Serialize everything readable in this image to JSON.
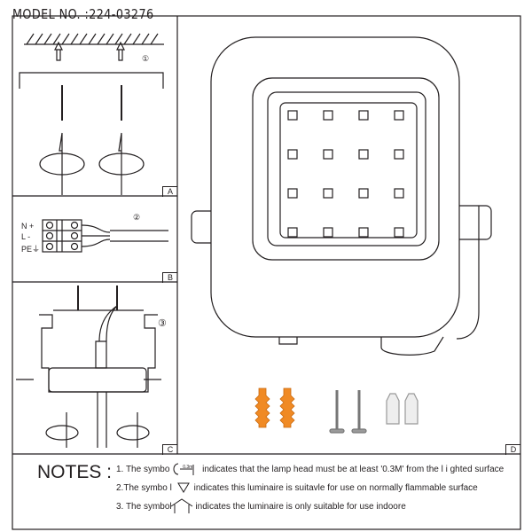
{
  "header": {
    "model_label": "MODEL NO. :224-03276"
  },
  "steps": [
    {
      "number": "①",
      "panel": "A"
    },
    {
      "number": "②",
      "panel": "B"
    },
    {
      "number": "③",
      "panel": "C"
    }
  ],
  "panel_d": "D",
  "wiring": {
    "n": "N +",
    "l": "L -",
    "pe": "PE⏚"
  },
  "notes": {
    "title": "NOTES :",
    "items": [
      {
        "prefix": "1. The symbo",
        "symbol": "0.3m",
        "text": "indicates that the lamp head must be at least '0.3M' from the l i ghted surface"
      },
      {
        "prefix": "2.The symbo l",
        "text": "indicates this luminaire is suitavle for use on normally flammable surface"
      },
      {
        "prefix": "3. The symbol",
        "text": "indicates the luminaire is only suitable for use indoore"
      }
    ]
  },
  "colors": {
    "line": "#231f20",
    "anchor": "#f08a24",
    "screw": "#9a9a9a"
  }
}
